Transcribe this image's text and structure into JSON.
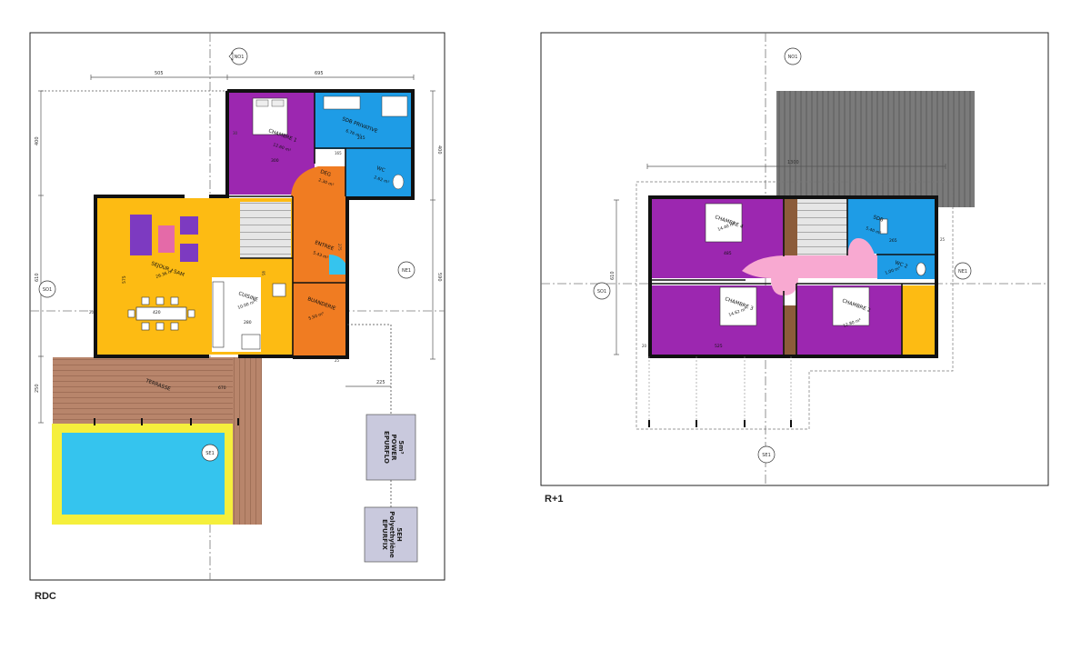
{
  "sheets": {
    "rdc": "RDC",
    "r1": "R+1"
  },
  "colors": {
    "wall": "#111111",
    "bedroom": "#9c27b0",
    "wet_room": "#1e9ce6",
    "living": "#fdbb13",
    "circulation": "#f07c22",
    "landing": "#f8a9d1",
    "terrace": "#b8856b",
    "pool_water": "#35c4ee",
    "pool_edge": "#f5ef3c",
    "roof": "#7a7a7a",
    "tank": "#c9c9dd"
  },
  "compass": {
    "north": "NO1",
    "east": "NE1",
    "south": "SE1",
    "west": "SO1"
  },
  "ground_floor": {
    "rooms": {
      "chambre1": {
        "name": "CHAMBRE 1",
        "area": "12.60 m²",
        "dim": "300"
      },
      "sdb_privative": {
        "name": "SDB PRIVATIVE",
        "area": "6.76 m²",
        "dim": "245"
      },
      "wc": {
        "name": "WC",
        "area": "2.62 m²"
      },
      "deg": {
        "name": "DEG",
        "area": "2.30 m²"
      },
      "entree": {
        "name": "ENTREE",
        "area": "5.43 m²"
      },
      "sejour": {
        "name": "SEJOUR / SAM",
        "area": "26.36 m²",
        "dim_w": "420",
        "dim_h": "575"
      },
      "cuisine": {
        "name": "CUISINE",
        "area": "10.00 m²",
        "dim": "280"
      },
      "buanderie": {
        "name": "BUANDERIE",
        "area": "5.50 m²"
      },
      "terrasse": {
        "name": "TERRASSE",
        "dim": "670"
      }
    },
    "dimensions": {
      "top_left": "505",
      "top_right": "695",
      "left_top": "400",
      "left_mid": "610",
      "left_bottom": "250",
      "right_top": "400",
      "right_mid": "590",
      "pipe": "225",
      "w1": "20",
      "w2": "25",
      "w3": "275",
      "w4": "95",
      "w5": "165",
      "w6": "30"
    },
    "equipment": {
      "tank1": {
        "line1": "EPURFLO",
        "line2": "POWER",
        "line3": "5m³"
      },
      "tank2": {
        "line1": "EPURFIX",
        "line2": "Polyethylène",
        "line3": "5EH"
      }
    }
  },
  "first_floor": {
    "rooms": {
      "chambre4": {
        "name": "CHAMBRE 4",
        "area": "14.40 m²",
        "dim": "485"
      },
      "chambre3": {
        "name": "CHAMBRE 3",
        "area": "14.62 m²",
        "dim": "525"
      },
      "chambre2": {
        "name": "CHAMBRE 2",
        "area": "12.80 m²"
      },
      "sdb": {
        "name": "SDB",
        "area": "5.40 m²",
        "dim": "265"
      },
      "wc2": {
        "name": "WC 2",
        "area": "1.00 m²"
      }
    },
    "dimensions": {
      "roof_width": "1300",
      "left": "610",
      "edge": "25",
      "left_bottom": "20"
    }
  }
}
